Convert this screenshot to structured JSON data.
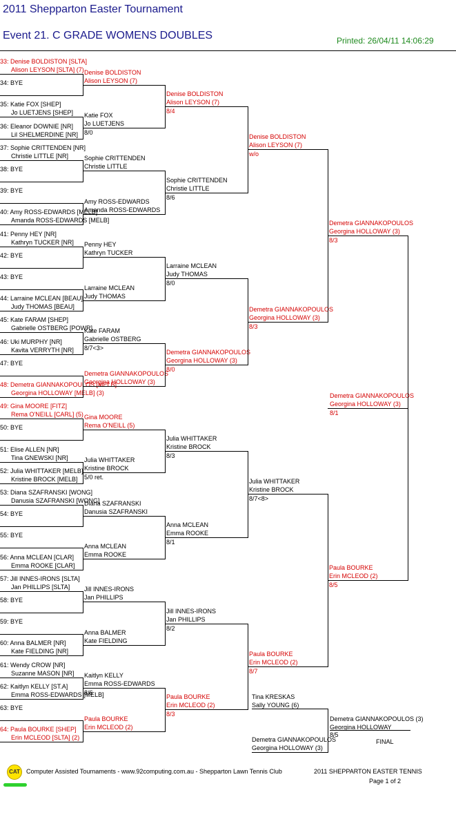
{
  "header": {
    "title": "2011 Shepparton Easter Tournament",
    "event": "Event 21. C GRADE WOMENS DOUBLES",
    "printed": "Printed: 26/04/11 14:06:29"
  },
  "draw": [
    {
      "num": "33",
      "p1": "Denise BOLDISTON [SLTA]",
      "p2": "Alison LEYSON [SLTA] (7)",
      "hl": true
    },
    {
      "num": "34",
      "p1": "BYE",
      "p2": ""
    },
    {
      "num": "35",
      "p1": "Katie FOX [SHEP]",
      "p2": "Jo LUETJENS [SHEP]"
    },
    {
      "num": "36",
      "p1": "Eleanor DOWNIE [NR]",
      "p2": "Lil SHELMERDINE [NR]"
    },
    {
      "num": "37",
      "p1": "Sophie CRITTENDEN [NR]",
      "p2": "Christie LITTLE [NR]"
    },
    {
      "num": "38",
      "p1": "BYE",
      "p2": ""
    },
    {
      "num": "39",
      "p1": "BYE",
      "p2": ""
    },
    {
      "num": "40",
      "p1": "Amy ROSS-EDWARDS [MELB]",
      "p2": "Amanda ROSS-EDWARDS [MELB]"
    },
    {
      "num": "41",
      "p1": "Penny HEY [NR]",
      "p2": "Kathryn TUCKER [NR]"
    },
    {
      "num": "42",
      "p1": "BYE",
      "p2": ""
    },
    {
      "num": "43",
      "p1": "BYE",
      "p2": ""
    },
    {
      "num": "44",
      "p1": "Larraine MCLEAN [BEAU]",
      "p2": "Judy THOMAS [BEAU]"
    },
    {
      "num": "45",
      "p1": "Kate FARAM [SHEP]",
      "p2": "Gabrielle OSTBERG [POWR]"
    },
    {
      "num": "46",
      "p1": "Uki MURPHY [NR]",
      "p2": "Kavita VERRYTH [NR]"
    },
    {
      "num": "47",
      "p1": "BYE",
      "p2": ""
    },
    {
      "num": "48",
      "p1": "Demetra GIANNAKOPOULOS [MELB]",
      "p2": "Georgina HOLLOWAY [MELB] (3)",
      "hl": true
    },
    {
      "num": "49",
      "p1": "Gina MOORE [FITZ]",
      "p2": "Rema O'NEILL [CARL] (5)",
      "hl": true
    },
    {
      "num": "50",
      "p1": "BYE",
      "p2": ""
    },
    {
      "num": "51",
      "p1": "Elise ALLEN [NR]",
      "p2": "Tina GNEWSKI [NR]"
    },
    {
      "num": "52",
      "p1": "Julia WHITTAKER [MELB]",
      "p2": "Kristine BROCK [MELB]"
    },
    {
      "num": "53",
      "p1": "Diana SZAFRANSKI [WONG]",
      "p2": "Danusia SZAFRANSKI [WONG]"
    },
    {
      "num": "54",
      "p1": "BYE",
      "p2": ""
    },
    {
      "num": "55",
      "p1": "BYE",
      "p2": ""
    },
    {
      "num": "56",
      "p1": "Anna MCLEAN [CLAR]",
      "p2": "Emma ROOKE [CLAR]"
    },
    {
      "num": "57",
      "p1": "Jill INNES-IRONS [SLTA]",
      "p2": "Jan PHILLIPS [SLTA]"
    },
    {
      "num": "58",
      "p1": "BYE",
      "p2": ""
    },
    {
      "num": "59",
      "p1": "BYE",
      "p2": ""
    },
    {
      "num": "60",
      "p1": "Anna BALMER [NR]",
      "p2": "Kate FIELDING [NR]"
    },
    {
      "num": "61",
      "p1": "Wendy CROW [NR]",
      "p2": "Suzanne MASON [NR]"
    },
    {
      "num": "62",
      "p1": "Kaitlyn KELLY [ST.A]",
      "p2": "Emma ROSS-EDWARDS [MELB]"
    },
    {
      "num": "63",
      "p1": "BYE",
      "p2": ""
    },
    {
      "num": "64",
      "p1": "Paula BOURKE [SHEP]",
      "p2": "Erin MCLEOD [SLTA] (2)",
      "hl": true
    }
  ],
  "round2": [
    {
      "p1": "Denise BOLDISTON",
      "p2": "Alison LEYSON (7)",
      "score": "",
      "hl": true
    },
    {
      "p1": "Katie FOX",
      "p2": "Jo LUETJENS",
      "score": "8/0"
    },
    {
      "p1": "Sophie CRITTENDEN",
      "p2": "Christie LITTLE",
      "score": ""
    },
    {
      "p1": "Amy ROSS-EDWARDS",
      "p2": "Amanda ROSS-EDWARDS",
      "score": ""
    },
    {
      "p1": "Penny HEY",
      "p2": "Kathryn TUCKER",
      "score": ""
    },
    {
      "p1": "Larraine MCLEAN",
      "p2": "Judy THOMAS",
      "score": ""
    },
    {
      "p1": "Kate FARAM",
      "p2": "Gabrielle OSTBERG",
      "score": "8/7<3>"
    },
    {
      "p1": "Demetra GIANNAKOPOULOS",
      "p2": "Georgina HOLLOWAY (3)",
      "score": "",
      "hl": true
    },
    {
      "p1": "Gina MOORE",
      "p2": "Rema O'NEILL (5)",
      "score": "",
      "hl": true
    },
    {
      "p1": "Julia WHITTAKER",
      "p2": "Kristine BROCK",
      "score": "5/0 ret."
    },
    {
      "p1": "Diana SZAFRANSKI",
      "p2": "Danusia SZAFRANSKI",
      "score": ""
    },
    {
      "p1": "Anna MCLEAN",
      "p2": "Emma ROOKE",
      "score": ""
    },
    {
      "p1": "Jill INNES-IRONS",
      "p2": "Jan PHILLIPS",
      "score": ""
    },
    {
      "p1": "Anna BALMER",
      "p2": "Kate FIELDING",
      "score": ""
    },
    {
      "p1": "Kaitlyn KELLY",
      "p2": "Emma ROSS-EDWARDS",
      "score": "8/6"
    },
    {
      "p1": "Paula BOURKE",
      "p2": "Erin MCLEOD (2)",
      "score": "",
      "hl": true
    }
  ],
  "round3": [
    {
      "p1": "Denise BOLDISTON",
      "p2": "Alison LEYSON (7)",
      "score": "8/4",
      "hl": true
    },
    {
      "p1": "Sophie CRITTENDEN",
      "p2": "Christie LITTLE",
      "score": "8/6"
    },
    {
      "p1": "Larraine MCLEAN",
      "p2": "Judy THOMAS",
      "score": "8/0"
    },
    {
      "p1": "Demetra GIANNAKOPOULOS",
      "p2": "Georgina HOLLOWAY (3)",
      "score": "8/0",
      "hl": true
    },
    {
      "p1": "Julia WHITTAKER",
      "p2": "Kristine BROCK",
      "score": "8/3"
    },
    {
      "p1": "Anna MCLEAN",
      "p2": "Emma ROOKE",
      "score": "8/1"
    },
    {
      "p1": "Jill INNES-IRONS",
      "p2": "Jan PHILLIPS",
      "score": "8/2"
    },
    {
      "p1": "Paula BOURKE",
      "p2": "Erin MCLEOD (2)",
      "score": "8/3",
      "hl": true
    }
  ],
  "round4": [
    {
      "p1": "Denise BOLDISTON",
      "p2": "Alison LEYSON (7)",
      "score": "w/o",
      "hl": true
    },
    {
      "p1": "Demetra GIANNAKOPOULOS",
      "p2": "Georgina HOLLOWAY (3)",
      "score": "8/3",
      "hl": true
    },
    {
      "p1": "Julia WHITTAKER",
      "p2": "Kristine BROCK",
      "score": "8/7<8>"
    },
    {
      "p1": "Paula BOURKE",
      "p2": "Erin MCLEOD (2)",
      "score": "8/7",
      "hl": true
    }
  ],
  "round5": [
    {
      "p1": "Demetra GIANNAKOPOULOS",
      "p2": "Georgina HOLLOWAY (3)",
      "score": "8/3",
      "hl": true
    },
    {
      "p1": "Paula BOURKE",
      "p2": "Erin MCLEOD (2)",
      "score": "8/5",
      "hl": true
    }
  ],
  "semi": {
    "p1": "Demetra GIANNAKOPOULOS",
    "p2": "Georgina HOLLOWAY (3)",
    "score": "8/1",
    "hl": true
  },
  "playoff": {
    "a1": "Tina KRESKAS",
    "a2": "Sally YOUNG (6)",
    "b1": "Demetra GIANNAKOPOULOS",
    "b2": "Georgina HOLLOWAY (3)",
    "w1": "Demetra GIANNAKOPOULOS (3)",
    "w2": "Georgina HOLLOWAY",
    "score": "8/5",
    "final_label": "FINAL"
  },
  "footer": {
    "logo_text": "CAT",
    "credit": "Computer Assisted Tournaments - www.92computing.com.au -  Shepparton Lawn Tennis Club",
    "event": "2011 SHEPPARTON EASTER TENNIS",
    "page": "Page 1 of 2"
  }
}
